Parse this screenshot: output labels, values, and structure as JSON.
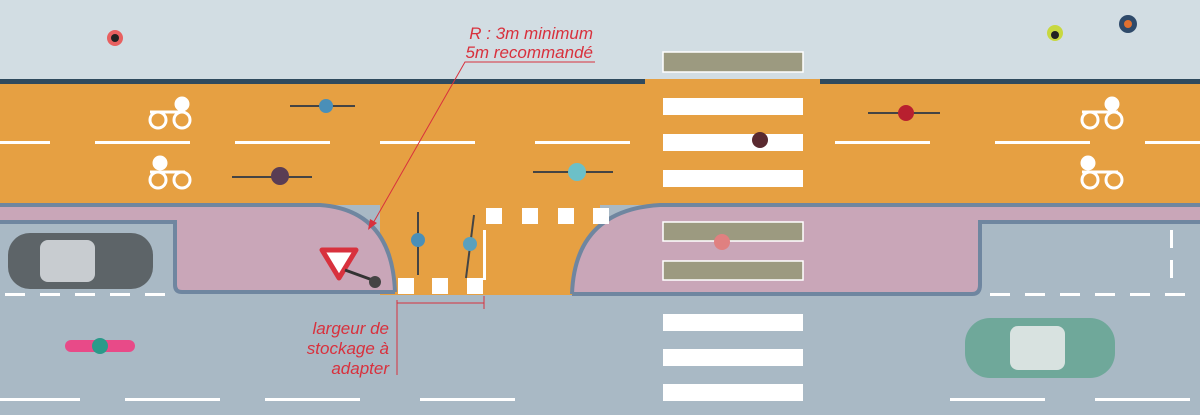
{
  "annotations": {
    "radius_line1": "R : 3m minimum",
    "radius_line2": "5m recommandé",
    "storage_line1": "largeur de",
    "storage_line2": "stockage à",
    "storage_line3": "adapter"
  },
  "colors": {
    "sidewalk": "#d2dde3",
    "curb": "#2f4a5e",
    "bike_lane": "#e6a042",
    "island": "#c9a6b8",
    "island_border": "#6f86a0",
    "road": "#a9b9c5",
    "annotation": "#d8313d",
    "crossing_on_sidewalk": "#9c9a80"
  },
  "icons": [
    "bike-lane-symbol",
    "yield-sign",
    "cyclist",
    "pedestrian",
    "car",
    "scooter"
  ]
}
